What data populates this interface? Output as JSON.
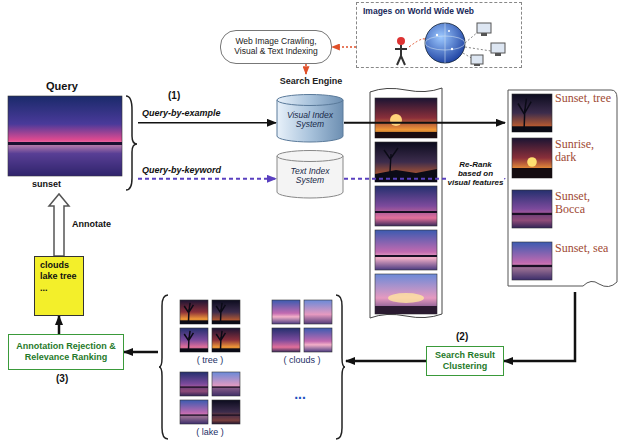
{
  "diagram": {
    "nodes": [
      {
        "text": [
          "Images on World Wide Web"
        ]
      },
      {
        "text": [
          "Web Image Crawling, Visual & Text Indexing"
        ]
      },
      {
        "text": [
          "Search Engine"
        ]
      },
      {
        "text": [
          "Visual Index System"
        ],
        "in": 2
      },
      {
        "text": [
          "Text Index System"
        ],
        "in": 2
      },
      {
        "text": [
          "Query",
          "sunset"
        ]
      },
      {
        "text": [
          "Sunset, tree",
          "Sunrise, dark",
          "Sunset, Bocca",
          "Sunset, sea"
        ]
      },
      {
        "text": [
          "Search Result Clustering"
        ]
      },
      {
        "text": [
          "( tree )",
          "( clouds )",
          "( lake )",
          "..."
        ]
      },
      {
        "text": [
          "Annotation Rejection & Relevance Ranking"
        ]
      },
      {
        "text": [
          "clouds lake tree ..."
        ]
      }
    ],
    "edges": [
      {
        "from": 0,
        "to": 1,
        "arrow": "to"
      },
      {
        "from": 1,
        "to": 2,
        "arrow": "to"
      },
      {
        "from": 5,
        "to": 3,
        "label": "Query-by-example",
        "arrow": "to"
      },
      {
        "from": 5,
        "to": 4,
        "label": "Query-by-keyword",
        "arrow": "to"
      },
      {
        "from": 3,
        "to": 6,
        "arrow": "to"
      },
      {
        "from": 4,
        "to": 6,
        "label": "Re-Rank based on visual features",
        "arrow": "to"
      },
      {
        "from": 6,
        "to": 7,
        "arrow": "to"
      },
      {
        "from": 7,
        "to": 8,
        "arrow": "to"
      },
      {
        "from": 8,
        "to": 9,
        "arrow": "to"
      },
      {
        "from": 9,
        "to": 10,
        "arrow": "to"
      },
      {
        "from": 10,
        "to": 5,
        "label": "Annotate",
        "arrow": "to"
      }
    ],
    "labels": [
      "(1)",
      "(2)",
      "(3)"
    ]
  }
}
